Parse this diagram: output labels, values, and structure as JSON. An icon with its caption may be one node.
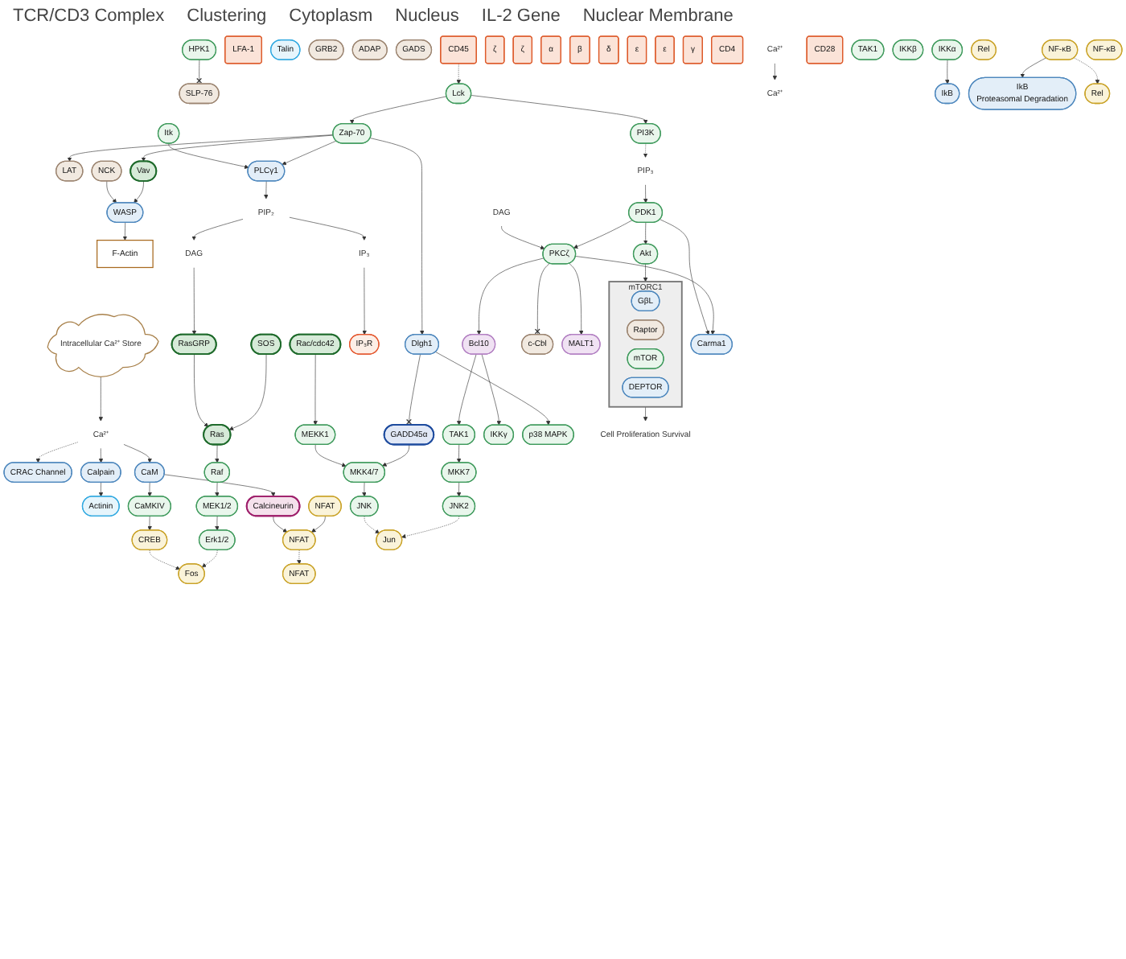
{
  "diagram": {
    "nodes": [
      {
        "text": [
          "Ca²⁺"
        ]
      },
      {
        "text": [
          "CRAC Channel"
        ]
      },
      {
        "text": [
          "LFA-1"
        ]
      },
      {
        "text": [
          "Actinin"
        ]
      },
      {
        "text": [
          "Talin"
        ]
      },
      {
        "text": [
          "F-Actin"
        ]
      },
      {
        "text": [
          "LAT"
        ]
      },
      {
        "text": [
          "GRB2"
        ]
      },
      {
        "text": [
          "SOS"
        ]
      },
      {
        "text": [
          "Itk"
        ]
      },
      {
        "text": [
          "PLCγ1"
        ]
      },
      {
        "text": [
          "ADAP"
        ]
      },
      {
        "text": [
          "GADS"
        ]
      },
      {
        "text": [
          "SLP-76"
        ]
      },
      {
        "text": [
          "HPK1"
        ]
      },
      {
        "text": [
          "NCK"
        ]
      },
      {
        "text": [
          "Vav"
        ]
      },
      {
        "text": [
          "ζ"
        ]
      },
      {
        "text": [
          "ζ"
        ]
      },
      {
        "text": [
          "α"
        ]
      },
      {
        "text": [
          "β"
        ]
      },
      {
        "text": [
          "δ"
        ]
      },
      {
        "text": [
          "ε"
        ]
      },
      {
        "text": [
          "ε"
        ]
      },
      {
        "text": [
          "γ"
        ]
      },
      {
        "text": [
          "Zap-70"
        ]
      },
      {
        "text": [
          "CD4"
        ]
      },
      {
        "text": [
          "Lck"
        ]
      },
      {
        "text": [
          "CD45"
        ]
      },
      {
        "text": [
          "CD28"
        ]
      },
      {
        "text": [
          "PI3K"
        ]
      },
      {
        "text": [
          "Ca²⁺"
        ]
      },
      {
        "text": [
          "CaM"
        ]
      },
      {
        "text": [
          "Calcineurin"
        ]
      },
      {
        "text": [
          "CaMKIV"
        ]
      },
      {
        "text": [
          "Calpain"
        ]
      },
      {
        "text": [
          "Ca²⁺"
        ]
      },
      {
        "text": [
          "IP₃"
        ]
      },
      {
        "text": [
          "PIP₂"
        ]
      },
      {
        "text": [
          "WASP"
        ]
      },
      {
        "text": [
          "Rac/cdc42"
        ]
      },
      {
        "text": [
          "Dlgh1"
        ]
      },
      {
        "text": [
          "DAG"
        ]
      },
      {
        "text": [
          "PIP₃"
        ]
      },
      {
        "text": [
          "PDK1"
        ]
      },
      {
        "text": [
          "PKCζ"
        ]
      },
      {
        "text": [
          "Akt"
        ]
      },
      {
        "text": [
          "CREB"
        ]
      },
      {
        "text": [
          "IP₃R"
        ]
      },
      {
        "text": [
          "Intracellular Ca²⁺ Store"
        ]
      },
      {
        "text": [
          "DAG"
        ]
      },
      {
        "text": [
          "RasGRP"
        ]
      },
      {
        "text": [
          "Ras"
        ]
      },
      {
        "text": [
          "TAK1"
        ]
      },
      {
        "text": [
          "MEKK1"
        ]
      },
      {
        "text": [
          "GADD45α"
        ]
      },
      {
        "text": [
          "MKK4/7"
        ]
      },
      {
        "text": [
          "JNK"
        ]
      },
      {
        "text": [
          "c-Cbl"
        ]
      },
      {
        "text": [
          "MALT1"
        ]
      },
      {
        "text": [
          "Bcl10"
        ]
      },
      {
        "text": [
          "Carma1"
        ]
      },
      {
        "text": [
          "TAK1"
        ]
      },
      {
        "text": [
          "MKK7"
        ]
      },
      {
        "text": [
          "JNK2"
        ]
      },
      {
        "text": [
          "IKKγ"
        ]
      },
      {
        "text": [
          "IKKβ"
        ]
      },
      {
        "text": [
          "IKKα"
        ]
      },
      {
        "text": [
          "mTORC1"
        ]
      },
      {
        "text": [
          "GβL"
        ],
        "in": 68
      },
      {
        "text": [
          "Raptor"
        ],
        "in": 68
      },
      {
        "text": [
          "mTOR"
        ],
        "in": 68
      },
      {
        "text": [
          "DEPTOR"
        ],
        "in": 68
      },
      {
        "text": [
          "Rel"
        ]
      },
      {
        "text": [
          "IkB"
        ]
      },
      {
        "text": [
          "NF-κB"
        ]
      },
      {
        "text": [
          "NFAT"
        ]
      },
      {
        "text": [
          "NFAT"
        ]
      },
      {
        "text": [
          "Raf"
        ]
      },
      {
        "text": [
          "p38 MAPK"
        ]
      },
      {
        "text": [
          "Cell Proliferation Survival"
        ]
      },
      {
        "text": [
          "IkB",
          "Proteasomal Degradation"
        ]
      },
      {
        "text": [
          "MEK1/2"
        ]
      },
      {
        "text": [
          "Erk1/2"
        ]
      },
      {
        "text": [
          "NFAT"
        ]
      },
      {
        "text": [
          "Fos"
        ]
      },
      {
        "text": [
          "Jun"
        ]
      },
      {
        "text": [
          "NF-κB"
        ]
      },
      {
        "text": [
          "Rel"
        ]
      }
    ],
    "edges": [
      {
        "from": 0,
        "to": 31,
        "arrow": "to"
      },
      {
        "from": 36,
        "to": 1,
        "arrow": "to",
        "style": "dashed"
      },
      {
        "from": 36,
        "to": 32,
        "arrow": "to"
      },
      {
        "from": 32,
        "to": 33,
        "arrow": "to"
      },
      {
        "from": 32,
        "to": 34,
        "arrow": "to"
      },
      {
        "from": 36,
        "to": 35,
        "arrow": "to"
      },
      {
        "from": 35,
        "to": 3,
        "arrow": "to"
      },
      {
        "from": 39,
        "to": 5,
        "arrow": "to"
      },
      {
        "from": 33,
        "to": 77,
        "arrow": "to"
      },
      {
        "from": 76,
        "to": 77,
        "arrow": "to"
      },
      {
        "from": 34,
        "to": 47,
        "arrow": "to"
      },
      {
        "from": 47,
        "to": 85,
        "arrow": "to",
        "style": "dashed"
      },
      {
        "from": 77,
        "to": 84,
        "arrow": "to",
        "style": "dashed"
      },
      {
        "from": 49,
        "to": 36,
        "arrow": "to"
      },
      {
        "from": 37,
        "to": 48,
        "arrow": "to"
      },
      {
        "from": 38,
        "to": 37,
        "arrow": "to"
      },
      {
        "from": 10,
        "to": 38,
        "arrow": "to"
      },
      {
        "from": 38,
        "to": 50,
        "arrow": "to"
      },
      {
        "from": 50,
        "to": 51,
        "arrow": "to"
      },
      {
        "from": 51,
        "to": 52,
        "arrow": "to"
      },
      {
        "from": 8,
        "to": 52,
        "arrow": "to"
      },
      {
        "from": 52,
        "to": 78,
        "arrow": "to"
      },
      {
        "from": 78,
        "to": 82,
        "arrow": "to"
      },
      {
        "from": 82,
        "to": 83,
        "arrow": "to"
      },
      {
        "from": 83,
        "to": 85,
        "arrow": "to",
        "style": "dashed"
      },
      {
        "from": 25,
        "to": 6,
        "arrow": "to"
      },
      {
        "from": 9,
        "to": 10,
        "arrow": "to"
      },
      {
        "from": 25,
        "to": 10,
        "arrow": "to"
      },
      {
        "from": 14,
        "to": 13,
        "arrow": "other"
      },
      {
        "from": 25,
        "to": 16,
        "arrow": "to"
      },
      {
        "from": 15,
        "to": 39,
        "arrow": "to"
      },
      {
        "from": 16,
        "to": 39,
        "arrow": "to"
      },
      {
        "from": 40,
        "to": 54,
        "arrow": "to"
      },
      {
        "from": 54,
        "to": 56,
        "arrow": "to"
      },
      {
        "from": 55,
        "to": 56,
        "arrow": "to"
      },
      {
        "from": 56,
        "to": 57,
        "arrow": "to"
      },
      {
        "from": 57,
        "to": 86,
        "arrow": "to",
        "style": "dashed"
      },
      {
        "from": 41,
        "to": 55,
        "arrow": "other"
      },
      {
        "from": 25,
        "to": 41,
        "arrow": "to"
      },
      {
        "from": 41,
        "to": 79,
        "arrow": "to"
      },
      {
        "from": 27,
        "to": 25,
        "arrow": "to"
      },
      {
        "from": 28,
        "to": 27,
        "arrow": "to",
        "style": "dashed"
      },
      {
        "from": 27,
        "to": 30,
        "arrow": "to"
      },
      {
        "from": 30,
        "to": 43,
        "arrow": "to",
        "style": "dashed"
      },
      {
        "from": 43,
        "to": 44,
        "arrow": "to"
      },
      {
        "from": 42,
        "to": 45,
        "arrow": "to"
      },
      {
        "from": 44,
        "to": 45,
        "arrow": "to"
      },
      {
        "from": 44,
        "to": 46,
        "arrow": "to"
      },
      {
        "from": 44,
        "to": 61,
        "arrow": "to"
      },
      {
        "from": 45,
        "to": 58,
        "arrow": "other"
      },
      {
        "from": 45,
        "to": 59,
        "arrow": "to"
      },
      {
        "from": 45,
        "to": 60,
        "arrow": "to"
      },
      {
        "from": 45,
        "to": 61,
        "arrow": "to"
      },
      {
        "from": 46,
        "to": 68,
        "arrow": "to"
      },
      {
        "from": 60,
        "to": 62,
        "arrow": "to"
      },
      {
        "from": 62,
        "to": 63,
        "arrow": "to"
      },
      {
        "from": 63,
        "to": 64,
        "arrow": "to"
      },
      {
        "from": 64,
        "to": 86,
        "arrow": "to",
        "style": "dashed"
      },
      {
        "from": 60,
        "to": 65,
        "arrow": "to"
      },
      {
        "from": 67,
        "to": 74,
        "arrow": "to"
      },
      {
        "from": 75,
        "to": 81,
        "arrow": "to"
      },
      {
        "from": 75,
        "to": 88,
        "arrow": "to",
        "style": "dashed"
      },
      {
        "from": 68,
        "to": 80,
        "arrow": "to"
      }
    ],
    "labels": [
      "TCR/CD3 Complex",
      "Clustering",
      "Cytoplasm",
      "Nucleus",
      "IL-2 Gene",
      "Nuclear Membrane"
    ]
  }
}
